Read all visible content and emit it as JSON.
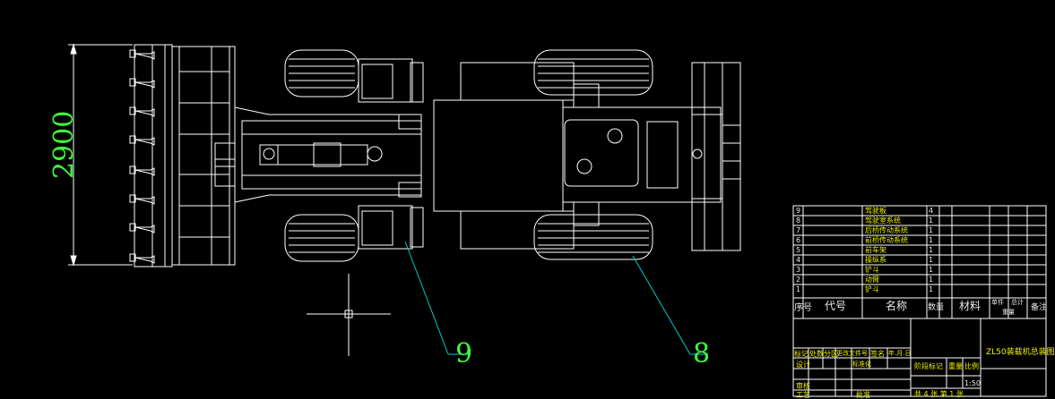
{
  "drawing": {
    "dimension_text": "2900",
    "balloons": [
      "9",
      "8"
    ],
    "parts_list": [
      {
        "no": "9",
        "name": "驾驶板",
        "qty": "4"
      },
      {
        "no": "8",
        "name": "驾驶室系统",
        "qty": "1"
      },
      {
        "no": "7",
        "name": "后桥传动系统",
        "qty": "1"
      },
      {
        "no": "6",
        "name": "前桥传动系统",
        "qty": "1"
      },
      {
        "no": "5",
        "name": "前车架",
        "qty": "1"
      },
      {
        "no": "4",
        "name": "操纵系",
        "qty": "1"
      },
      {
        "no": "3",
        "name": "铲斗",
        "qty": "1"
      },
      {
        "no": "2",
        "name": "动臂",
        "qty": "1"
      },
      {
        "no": "1",
        "name": "铲斗",
        "qty": "1"
      }
    ],
    "parts_header": {
      "no": "序号",
      "code": "代号",
      "name": "名称",
      "qty": "数量",
      "material": "材料",
      "unit_weight": "单件",
      "total_weight": "总计",
      "weight": "重量",
      "remark": "备注"
    },
    "title_block": {
      "drawing_title": "ZL50装载机总装图",
      "scale": "1:50",
      "sheet_info": "共 4 张  第 1 张",
      "row_labels": [
        "标记",
        "处数",
        "分区",
        "更改文件号",
        "签名",
        "年.月.日"
      ],
      "designer": "设计",
      "standardize": "标准化",
      "stage_mark": "阶段标记",
      "weight": "重量",
      "ratio": "比例",
      "review": "审核",
      "process": "工艺",
      "approve": "批准"
    }
  }
}
